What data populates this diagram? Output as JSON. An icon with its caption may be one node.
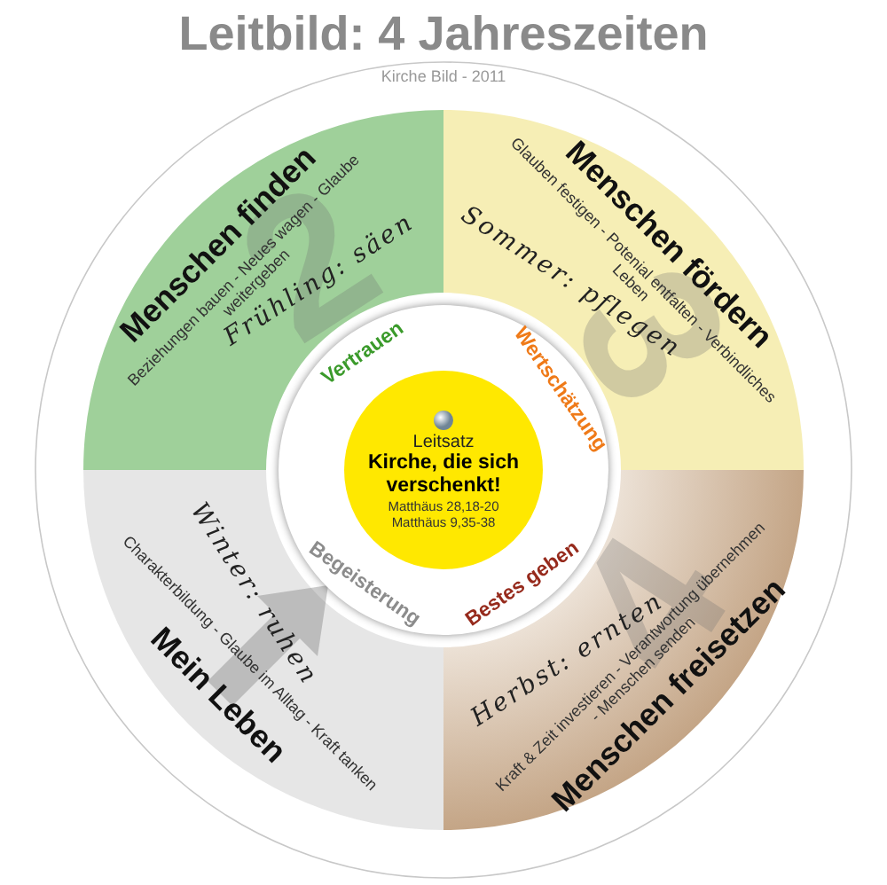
{
  "diagram": {
    "title": "Leitbild: 4 Jahreszeiten",
    "nodes": [
      {
        "text": [
          "Menschen finden",
          "Beziehungen bauen - Neues wagen - Glaube weitergeben",
          "Frühling: säen",
          "2"
        ]
      },
      {
        "text": [
          "Menschen fördern",
          "Glauben festigen - Potenial entfalten - Verbindliches Leben",
          "Sommer: pflegen",
          "3"
        ]
      },
      {
        "text": [
          "Menschen freisetzen",
          "Kraft & Zeit investieren - Verantwortung übernehmen - Menschen senden",
          "Herbst: ernten",
          "4"
        ]
      },
      {
        "text": [
          "Mein Leben",
          "Charakterbildung - Glaube im Alltag - Kraft tanken",
          "Winter: ruhen"
        ]
      },
      {
        "text": [
          "Vertrauen",
          "Wertschätzung",
          "Bestes geben",
          "Begeisterung"
        ]
      },
      {
        "text": [
          "Leitsatz",
          "Kirche, die sich verschenkt!",
          "Matthäus 28,18-20",
          "Matthäus 9,35-38"
        ],
        "in": 4
      }
    ],
    "labels": [
      "Kirche Bild - 2011"
    ]
  }
}
